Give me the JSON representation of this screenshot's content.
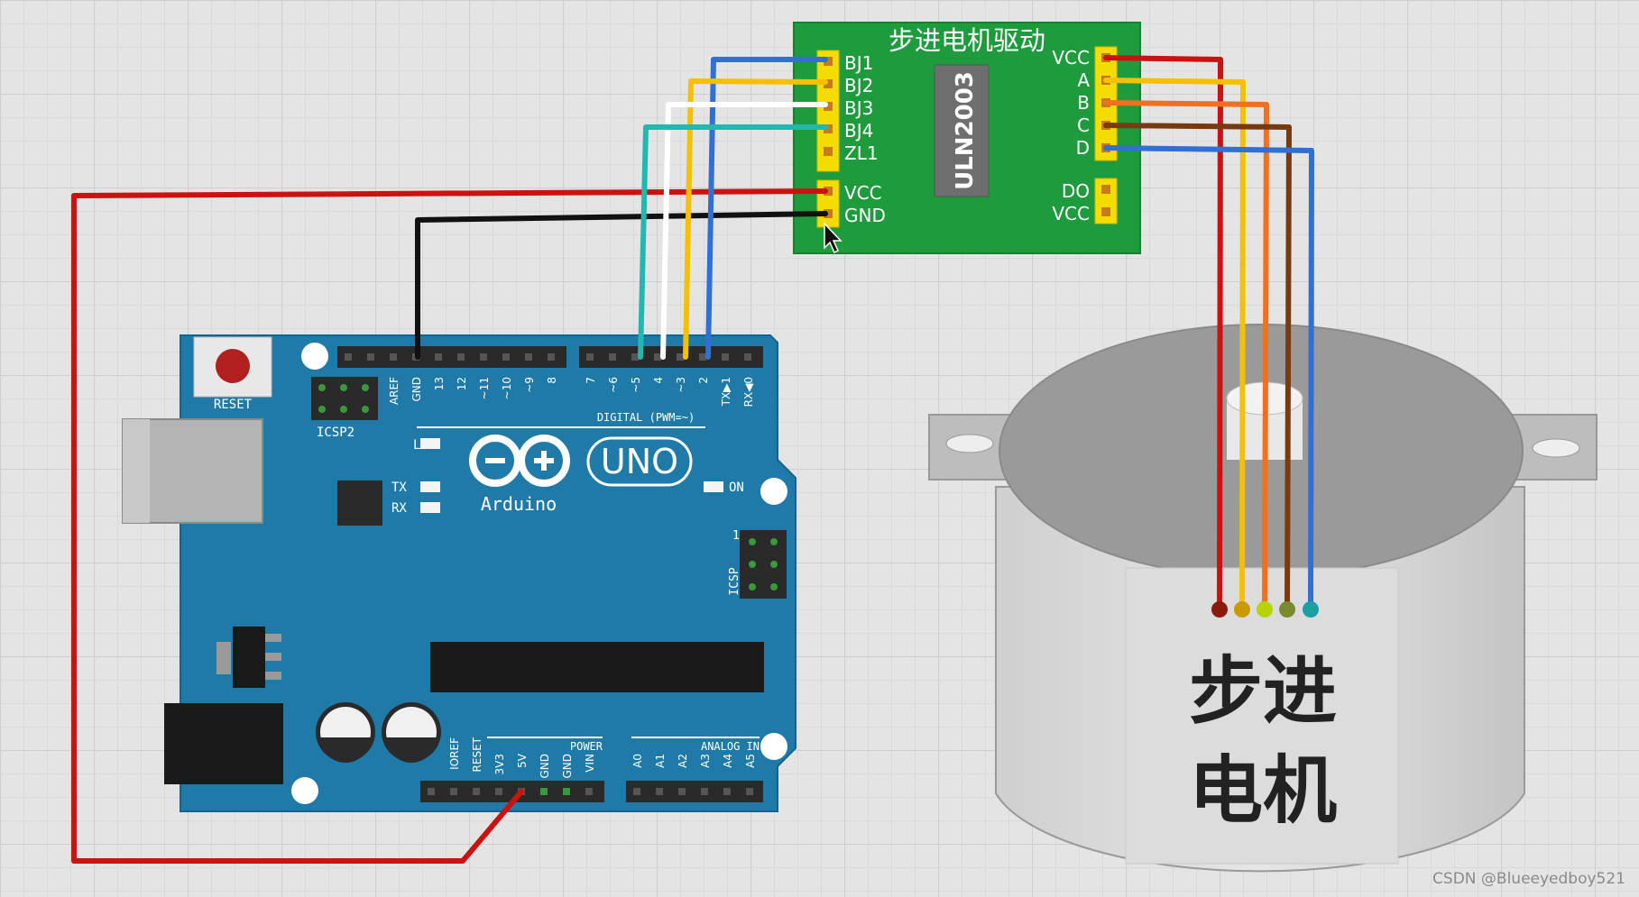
{
  "driver": {
    "title": "步进电机驱动",
    "chip": "ULN2003",
    "left_pins": [
      "BJ1",
      "BJ2",
      "BJ3",
      "BJ4",
      "ZL1"
    ],
    "power_pins": [
      "VCC",
      "GND"
    ],
    "right_pins": [
      "VCC",
      "A",
      "B",
      "C",
      "D"
    ],
    "right_bottom_pins": [
      "DO",
      "VCC"
    ]
  },
  "arduino": {
    "reset_label": "RESET",
    "icsp2_label": "ICSP2",
    "icsp_label": "ICSP",
    "icsp_pin1": "1",
    "header_top_left": [
      "AREF",
      "GND",
      "13",
      "12",
      "~11",
      "~10",
      "~9",
      "8"
    ],
    "header_top_right": [
      "7",
      "~6",
      "~5",
      "4",
      "~3",
      "2",
      "TX▶1",
      "RX◀0"
    ],
    "digital_label": "DIGITAL (PWM=~)",
    "led_l": "L",
    "led_tx": "TX",
    "led_rx": "RX",
    "led_on": "ON",
    "brand_uno": "UNO",
    "brand_arduino": "Arduino",
    "power_label": "POWER",
    "power_pins": [
      "IOREF",
      "RESET",
      "3V3",
      "5V",
      "GND",
      "GND",
      "VIN"
    ],
    "analog_label": "ANALOG IN",
    "analog_pins": [
      "A0",
      "A1",
      "A2",
      "A3",
      "A4",
      "A5"
    ]
  },
  "motor": {
    "label_line1": "步进",
    "label_line2": "电机"
  },
  "wires": {
    "bj1": "#2f6fd6",
    "bj2": "#f5c000",
    "bj3": "#ffffff",
    "bj4": "#22b8b0",
    "vcc": "#cc1111",
    "gnd": "#111111",
    "a": "#f5c000",
    "b": "#f07020",
    "c": "#7a3a10",
    "d": "#2f6fd6"
  },
  "watermark": "CSDN @Blueeyedboy521"
}
